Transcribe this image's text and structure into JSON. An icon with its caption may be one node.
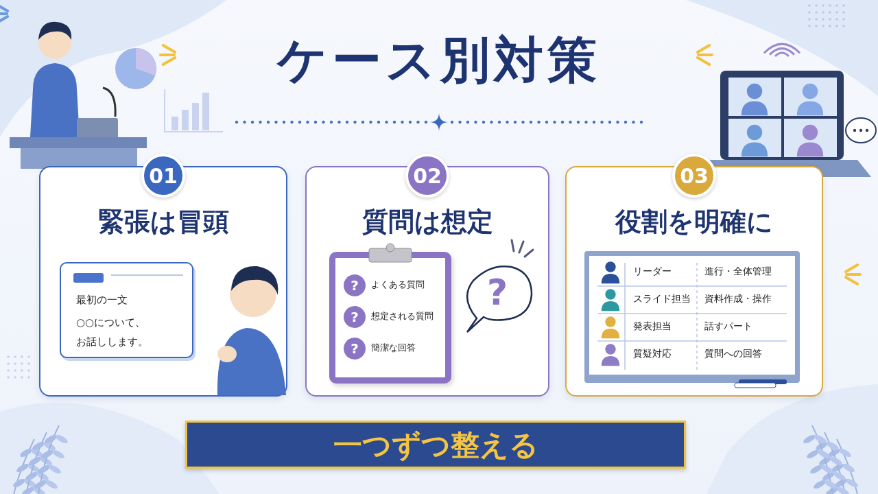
{
  "diagram": {
    "title": "ケース別対策",
    "nodes": [
      {
        "text": [
          "01",
          "緊張は冒頭"
        ]
      },
      {
        "text": [
          "最初の一文",
          "○○について、お話しします。"
        ],
        "in": 0
      },
      {
        "text": [
          "02",
          "質問は想定"
        ]
      },
      {
        "text": [
          "?",
          "よくある質問",
          "?",
          "想定される質問",
          "?",
          "簡潔な回答"
        ],
        "in": 2
      },
      {
        "text": [
          "?"
        ],
        "in": 2
      },
      {
        "text": [
          "03",
          "役割を明確に"
        ]
      },
      {
        "text": [
          "リーダー",
          "進行・全体管理",
          "スライド担当",
          "資料作成・操作",
          "発表担当",
          "話すパート",
          "質疑対応",
          "質問への回答"
        ],
        "in": 5
      },
      {
        "text": [
          "一つずつ整える"
        ]
      }
    ]
  }
}
